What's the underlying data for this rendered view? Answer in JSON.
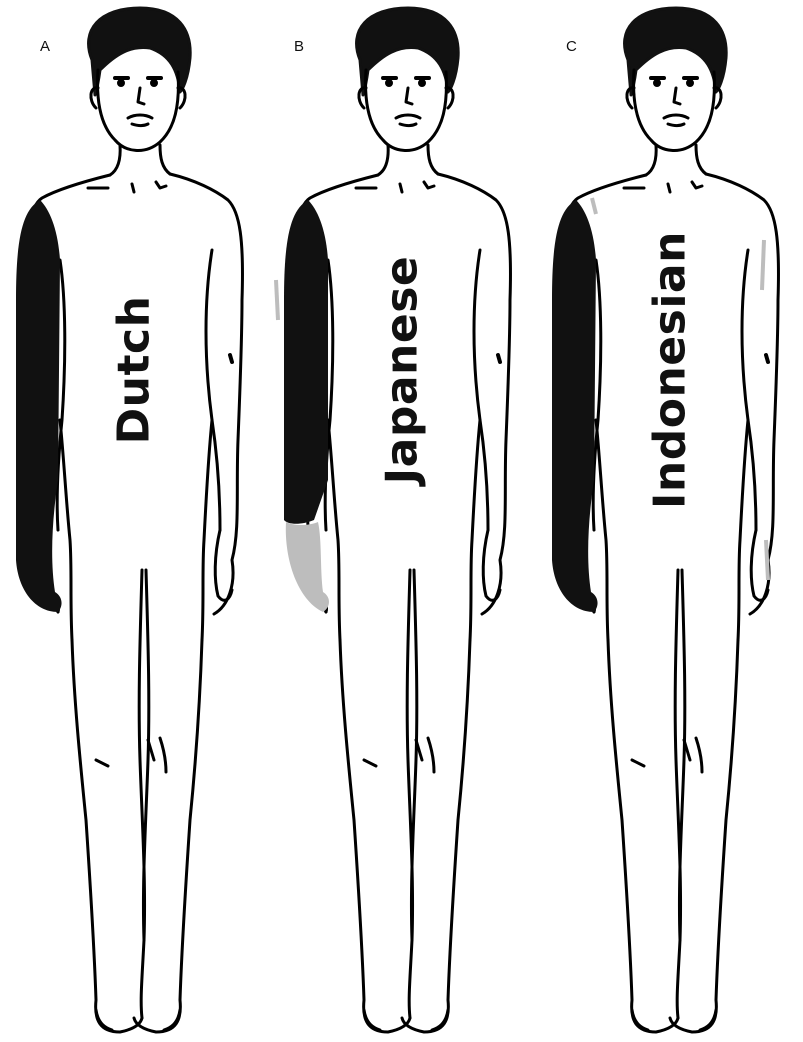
{
  "panels": [
    {
      "letter": "A",
      "label": "Dutch"
    },
    {
      "letter": "B",
      "label": "Japanese"
    },
    {
      "letter": "C",
      "label": "Indonesian"
    }
  ],
  "colors": {
    "outline": "#000000",
    "dark_zone": "#111111",
    "light_zone": "#bdbdbd",
    "hair": "#111111"
  }
}
